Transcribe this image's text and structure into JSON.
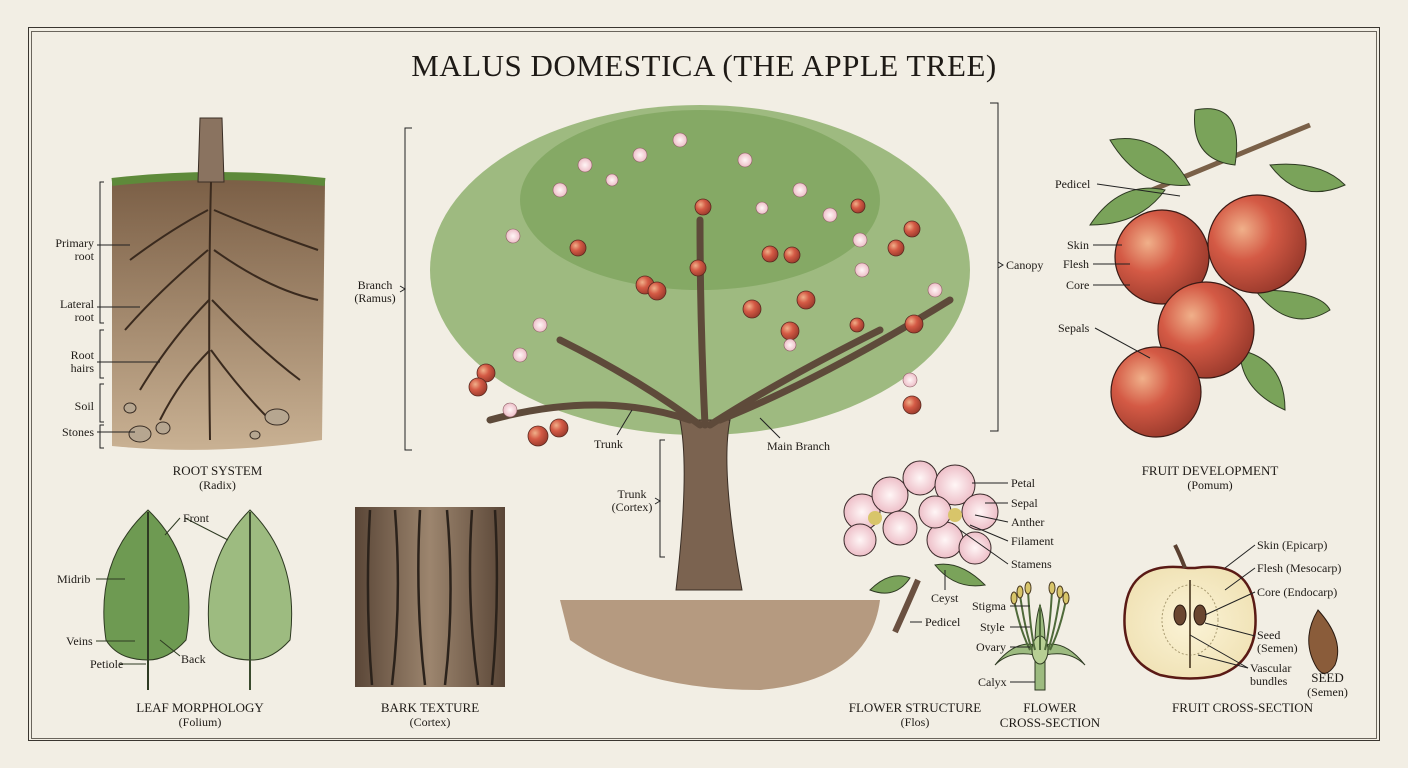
{
  "title": "MALUS DOMESTICA (THE APPLE TREE)",
  "colors": {
    "paper": "#f2eee4",
    "ink": "#1e1a16",
    "soil": "#a58a6c",
    "leaf": "#6f9a55",
    "apple": "#c8463c",
    "blossom": "#f2c7cf",
    "bark": "#6b5646"
  },
  "root_system": {
    "caption": "ROOT SYSTEM",
    "sub": "(Radix)",
    "labels": [
      "Primary root",
      "Lateral root",
      "Root hairs",
      "Soil",
      "Stones"
    ],
    "primary_1": "Primary",
    "primary_2": "root",
    "lateral_1": "Lateral",
    "lateral_2": "root",
    "hairs_1": "Root",
    "hairs_2": "hairs",
    "soil": "Soil",
    "stones": "Stones"
  },
  "leaf": {
    "caption": "LEAF MORPHOLOGY",
    "sub": "(Folium)",
    "front": "Front",
    "midrib": "Midrib",
    "veins": "Veins",
    "petiole": "Petiole",
    "back": "Back"
  },
  "bark": {
    "caption": "BARK TEXTURE",
    "sub": "(Cortex)"
  },
  "tree": {
    "branch_1": "Branch",
    "branch_2": "(Ramus)",
    "canopy": "Canopy",
    "trunk": "Trunk",
    "main_branch": "Main Branch",
    "trunk_cortex_1": "Trunk",
    "trunk_cortex_2": "(Cortex)"
  },
  "fruit_dev": {
    "caption": "FRUIT DEVELOPMENT",
    "sub": "(Pomum)",
    "pedicel": "Pedicel",
    "skin": "Skin",
    "flesh": "Flesh",
    "core": "Core",
    "sepals": "Sepals"
  },
  "flower": {
    "caption": "FLOWER STRUCTURE",
    "sub": "(Flos)",
    "petal": "Petal",
    "sepal": "Sepal",
    "anther": "Anther",
    "filament": "Filament",
    "stamens": "Stamens",
    "ceyst": "Ceyst",
    "pedicel": "Pedicel"
  },
  "flower_xs": {
    "caption_1": "FLOWER",
    "caption_2": "CROSS-SECTION",
    "stigma": "Stigma",
    "style": "Style",
    "ovary": "Ovary",
    "calyx": "Calyx"
  },
  "fruit_xs": {
    "caption": "FRUIT CROSS-SECTION",
    "skin": "Skin (Epicarp)",
    "flesh": "Flesh (Mesocarp)",
    "core": "Core (Endocarp)",
    "seed_1": "Seed",
    "seed_2": "(Semen)",
    "vasc_1": "Vascular",
    "vasc_2": "bundles"
  },
  "seed": {
    "caption": "SEED",
    "sub": "(Semen)"
  }
}
